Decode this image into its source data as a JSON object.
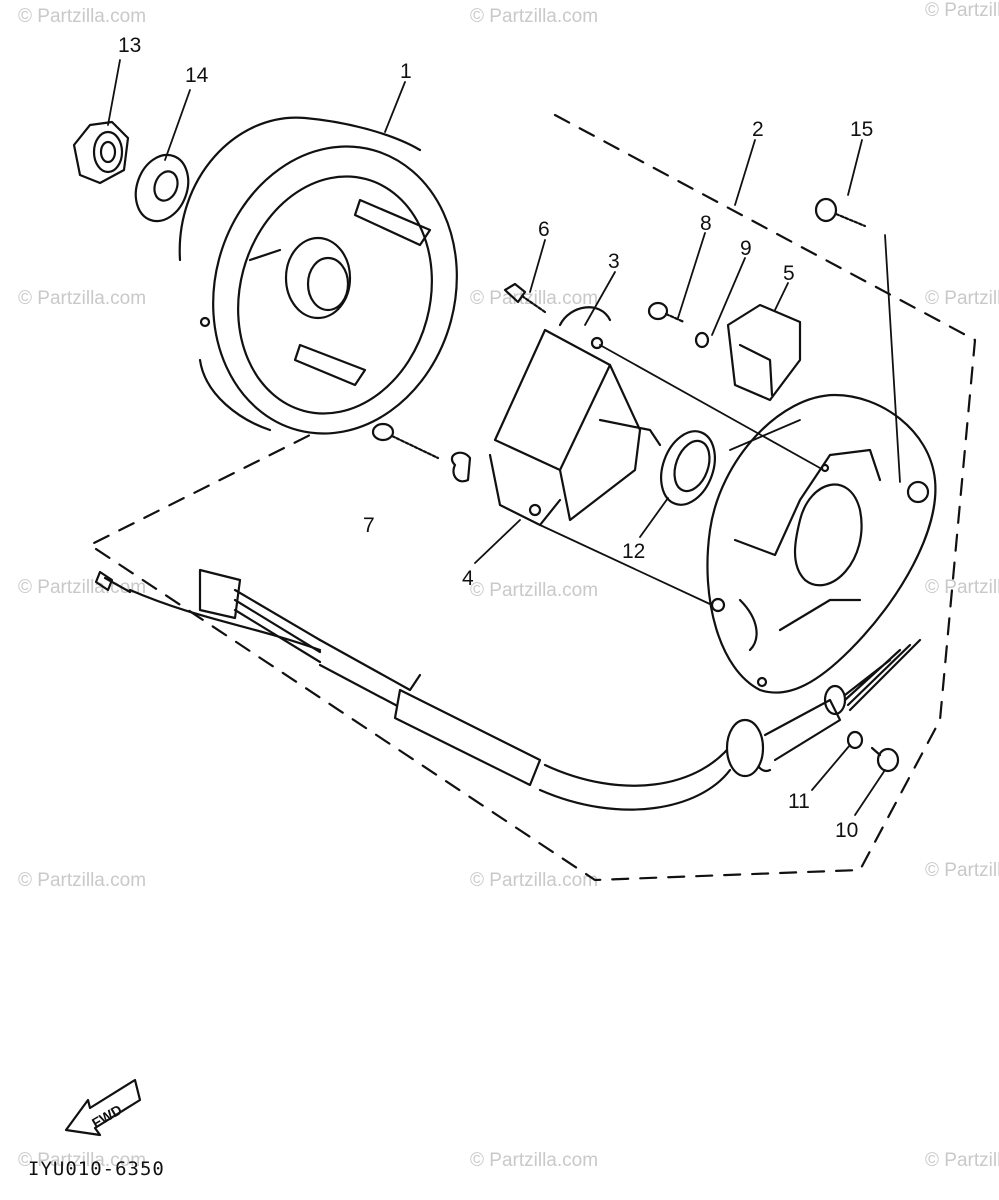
{
  "watermark": "© Partzilla.com",
  "diagram_code": "IYU010-6350",
  "fwd_label": "FWD",
  "callouts": [
    "1",
    "2",
    "3",
    "4",
    "5",
    "6",
    "7",
    "8",
    "9",
    "10",
    "11",
    "12",
    "13",
    "14",
    "15"
  ]
}
